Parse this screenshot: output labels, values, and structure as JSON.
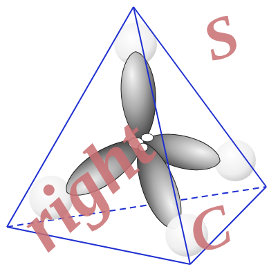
{
  "diagram": {
    "labels": [
      "right",
      "S",
      "C"
    ]
  }
}
